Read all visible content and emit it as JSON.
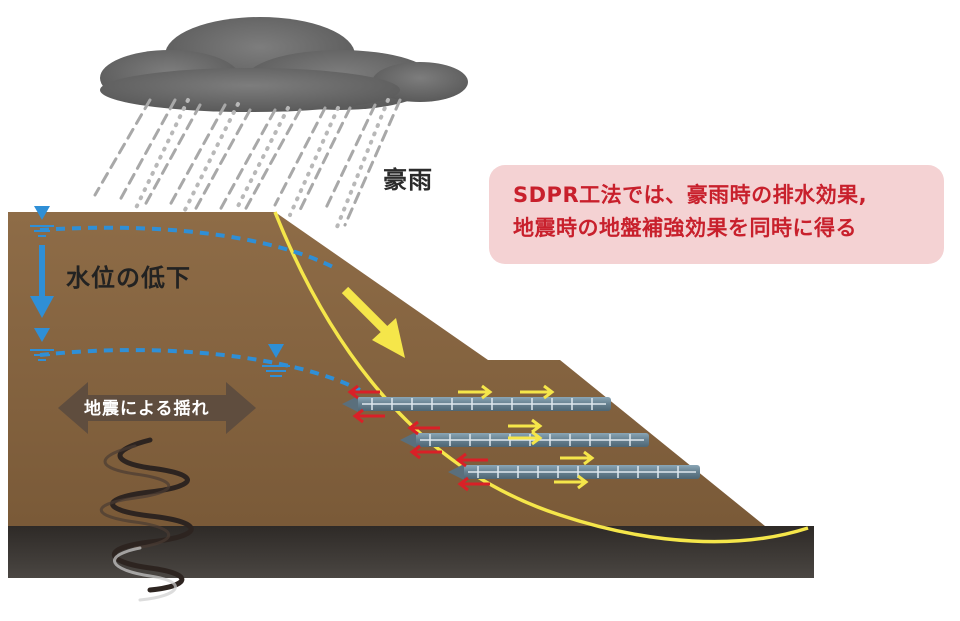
{
  "labels": {
    "heavy_rain": "豪雨",
    "water_level_drop": "水位の低下",
    "earthquake_shaking": "地震による揺れ"
  },
  "callout": {
    "line1": "SDPR工法では、豪雨時の排水効果,",
    "line2": "地震時の地盤補強効果を同時に得る"
  },
  "colors": {
    "soil": "#8b6a45",
    "bedrock": "#3a3632",
    "cloud": "#6e6e6e",
    "water_line": "#2f8fd6",
    "slip_line": "#f5e64a",
    "drain_pipe": "#6f8a9a",
    "reaction_arrow": "#d92027",
    "flow_arrow": "#f5e64a",
    "callout_bg": "#f4d2d3",
    "callout_text": "#c8202c"
  },
  "icons": [
    "cloud-icon",
    "rain-streaks",
    "water-level-marker-icon",
    "down-arrow-icon",
    "double-arrow-icon",
    "seismic-wave-icon",
    "drain-pipe-icon"
  ]
}
